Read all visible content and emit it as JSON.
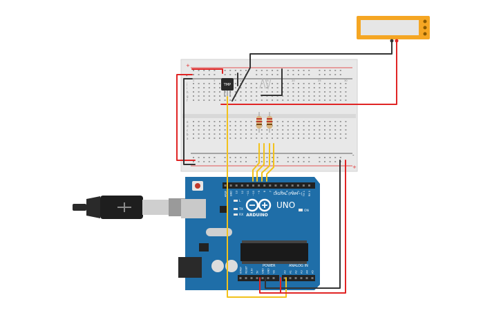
{
  "sensor": {
    "label": "TMP"
  },
  "board": {
    "brand": "ARDUINO",
    "model": "UNO",
    "digital_label": "DIGITAL (PWM~)",
    "power_label": "POWER",
    "analog_label": "ANALOG IN",
    "led_on": "ON",
    "led_l": "L",
    "led_tx": "TX",
    "led_rx": "RX",
    "digital_pins": [
      "AREF",
      "GND",
      "13",
      "12",
      "~11",
      "~10",
      "~9",
      "8",
      "7",
      "~6",
      "~5",
      "4",
      "~3",
      "2",
      "TX 1",
      "RX 0"
    ],
    "power_pins": [
      "IOREF",
      "RESET",
      "3.3V",
      "5V",
      "GND",
      "GND",
      "Vin"
    ],
    "analog_pins": [
      "A0",
      "A1",
      "A2",
      "A3",
      "A4",
      "A5"
    ]
  },
  "breadboard": {
    "col_numbers": [
      "1",
      "5",
      "10",
      "15",
      "20",
      "25",
      "30"
    ],
    "row_letters_top": [
      "j",
      "i",
      "h",
      "g",
      "f"
    ],
    "row_letters_bottom": [
      "e",
      "d",
      "c",
      "b",
      "a"
    ],
    "rail_plus": "+",
    "rail_minus": "-"
  },
  "colors": {
    "wire_red": "#e02424",
    "wire_black": "#333333",
    "wire_yellow": "#f2c21b",
    "board_blue": "#1f6ea8",
    "lcd_frame": "#f5a623",
    "lcd_screen": "#e6e6e6",
    "resistor_body": "#d8b682"
  }
}
